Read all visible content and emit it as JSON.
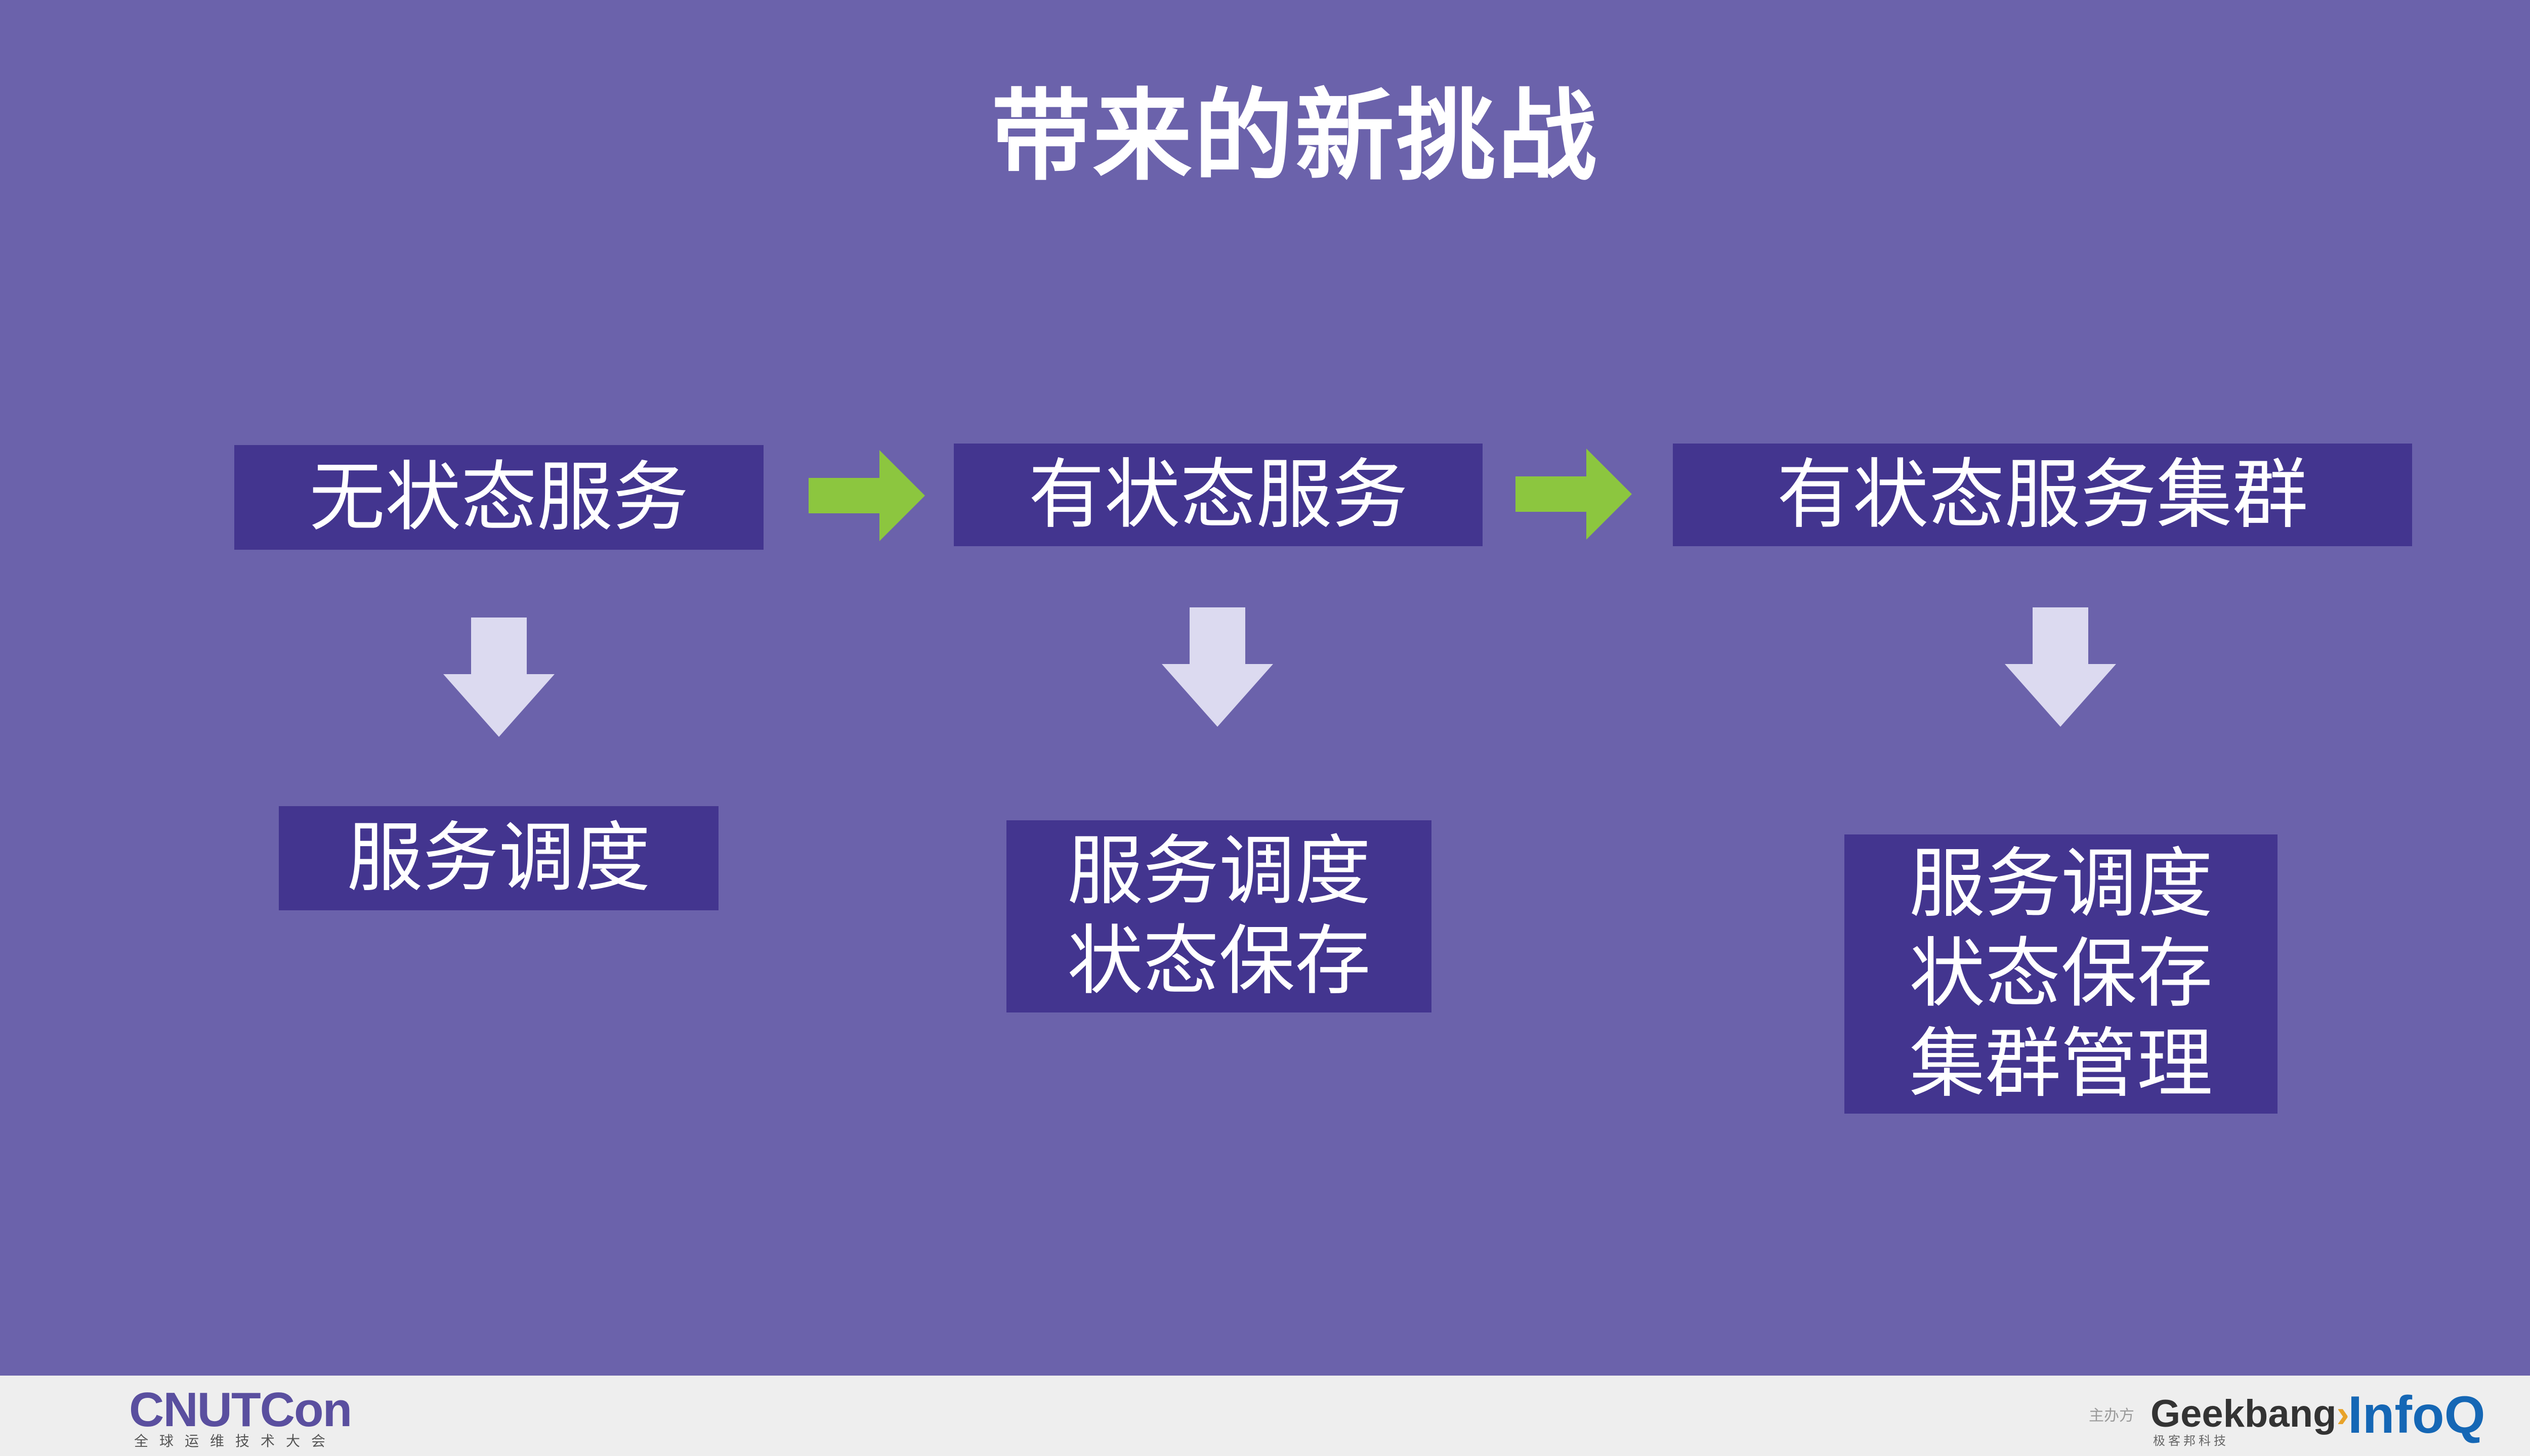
{
  "title": "带来的新挑战",
  "stages": [
    {
      "header": "无状态服务",
      "details": [
        "服务调度"
      ]
    },
    {
      "header": "有状态服务",
      "details": [
        "服务调度",
        "状态保存"
      ]
    },
    {
      "header": "有状态服务集群",
      "details": [
        "服务调度",
        "状态保存",
        "集群管理"
      ]
    }
  ],
  "colors": {
    "background": "#6b62ab",
    "box": "#43358f",
    "right_arrow": "#8cc63f",
    "down_arrow": "#dcdaf0",
    "footer": "#eeeeee"
  },
  "footer": {
    "event_logo": "CNUTCon",
    "event_subtitle": "全球运维技术大会",
    "organizer_label": "主办方",
    "geek_logo_a": "Geek",
    "geek_logo_b": "bang",
    "geek_logo_c": "›.",
    "geek_subtitle": "极客邦科技",
    "infoq_logo": "InfoQ"
  }
}
